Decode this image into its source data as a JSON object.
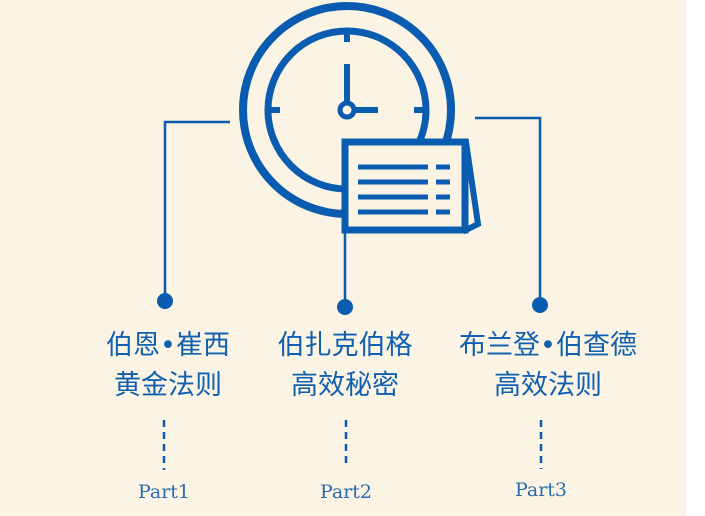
{
  "colors": {
    "accent": "#0a5cb0",
    "background": "#fbf3e4"
  },
  "icon": "clock-with-calendar-icon",
  "columns": [
    {
      "line1": "伯恩•崔西",
      "line2": "黄金法则",
      "part": "Part1"
    },
    {
      "line1": "伯扎克伯格",
      "line2": "高效秘密",
      "part": "Part2"
    },
    {
      "line1": "布兰登•伯查德",
      "line2": "高效法则",
      "part": "Part3"
    }
  ]
}
